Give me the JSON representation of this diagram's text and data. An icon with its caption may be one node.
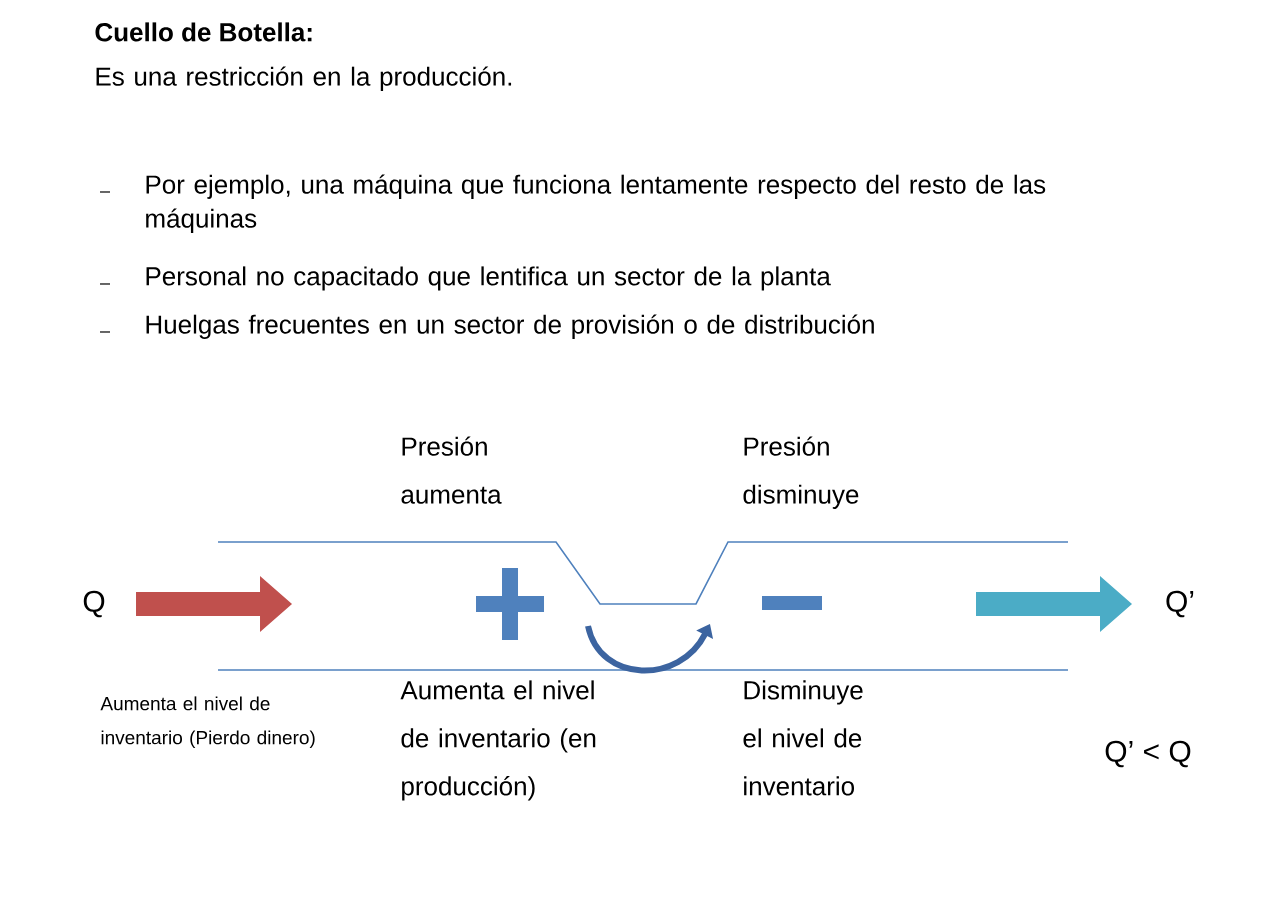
{
  "diagram": {
    "title": "Cuello de Botella:",
    "labels": [
      "Es una restricción en la producción.",
      "Por ejemplo, una máquina que funciona lentamente respecto del resto de las máquinas",
      "Personal no capacitado que lentifica un sector de la planta",
      "Huelgas frecuentes en un sector de provisión o de distribución",
      "Presión aumenta",
      "Presión disminuye",
      "Q",
      "Q’",
      "Aumenta el nivel de inventario (Pierdo dinero)",
      "Aumenta el nivel de inventario (en producción)",
      "Disminuye el nivel de inventario",
      "Q’ < Q"
    ]
  }
}
